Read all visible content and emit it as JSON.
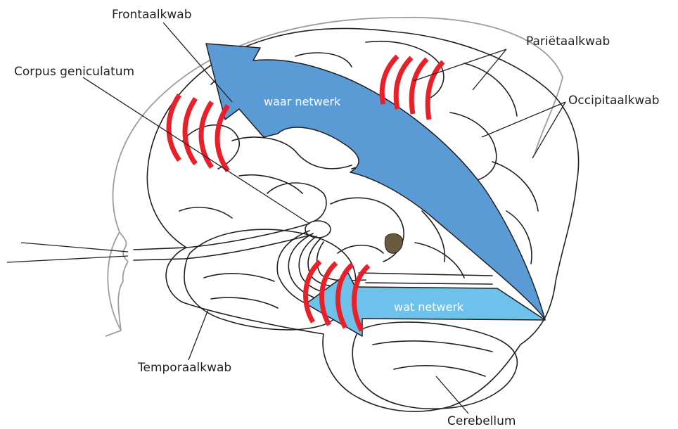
{
  "labels": {
    "frontal": "Frontaalkwab",
    "parietal": "Pariëtaalkwab",
    "corpus": "Corpus geniculatum",
    "occipital": "Occipitaalkwab",
    "temporal": "Temporaalkwab",
    "cerebellum": "Cerebellum"
  },
  "arrows": {
    "where": "waar netwerk",
    "what": "wat netwerk"
  },
  "colors": {
    "where_arrow": "#5b9bd5",
    "what_arrow": "#6ec1ea",
    "wave": "#e8202a",
    "outline": "#231f20",
    "skull": "#9d9d9d",
    "nucleus": "#6b5b3e"
  }
}
